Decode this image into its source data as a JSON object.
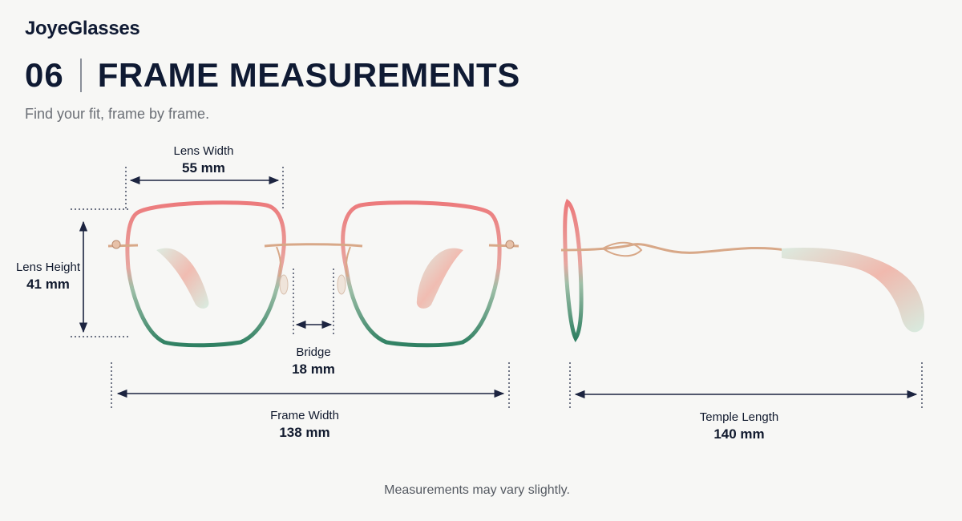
{
  "brand": "JoyeGlasses",
  "header": {
    "section_number": "06",
    "title": "FRAME MEASUREMENTS",
    "subtitle": "Find your fit, frame by frame."
  },
  "measurements": {
    "lens_width": {
      "label": "Lens Width",
      "value": "55 mm"
    },
    "lens_height": {
      "label": "Lens Height",
      "value": "41 mm"
    },
    "bridge": {
      "label": "Bridge",
      "value": "18 mm"
    },
    "frame_width": {
      "label": "Frame Width",
      "value": "138 mm"
    },
    "temple_length": {
      "label": "Temple Length",
      "value": "140 mm"
    }
  },
  "footnote": "Measurements may vary slightly.",
  "colors": {
    "rim_top": "#ec7a7c",
    "rim_bottom": "#3c8a6b",
    "metal": "#d8a888",
    "dimension_line": "#1c2440",
    "background": "#f7f7f5"
  }
}
